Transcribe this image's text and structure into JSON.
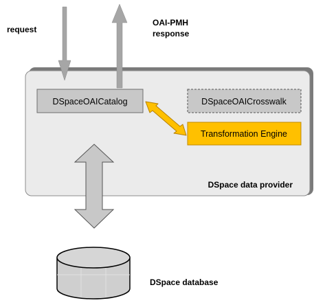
{
  "labels": {
    "request": "request",
    "response_line1": "OAI-PMH",
    "response_line2": "response",
    "provider": "DSpace data provider",
    "database": "DSpace database"
  },
  "boxes": {
    "catalog": "DSpaceOAICatalog",
    "crosswalk": "DSpaceOAICrosswalk",
    "engine": "Transformation Engine"
  },
  "colors": {
    "panel_fill": "#ebebeb",
    "panel_shadow": "#7a7a7a",
    "box_fill": "#c8c8c8",
    "arrow_gray": "#a6a6a6",
    "engine_fill": "#ffc000",
    "engine_border": "#c08a00",
    "db_fill": "#d0d0d0"
  }
}
